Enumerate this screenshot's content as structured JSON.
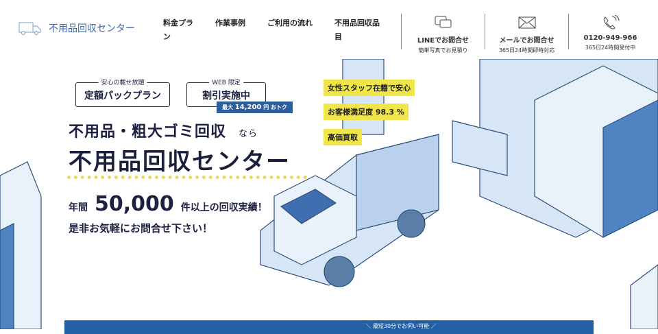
{
  "header": {
    "logo_text": "不用品回収センター",
    "nav": [
      "料金プラン",
      "作業事例",
      "ご利用の流れ",
      "不用品回収品目"
    ],
    "contacts": [
      {
        "icon": "chat-icon",
        "title": "LINEでお問合せ",
        "sub": "簡単写真でお見積り"
      },
      {
        "icon": "mail-icon",
        "title": "メールでお問合せ",
        "sub": "365日24時間即時対応"
      },
      {
        "icon": "phone-icon",
        "title": "0120-949-966",
        "sub": "365日24時間受付中"
      }
    ]
  },
  "hero": {
    "bubble1": {
      "small": "安心の載せ放題",
      "big": "定額パックプラン"
    },
    "bubble2": {
      "small": "WEB 限定",
      "big": "割引実施中"
    },
    "ribbon": {
      "pre": "最大",
      "amount": "14,200",
      "unit": "円 おトク"
    },
    "badges": [
      "女性スタッフ在籍で安心",
      "お客様満足度 98.3 %",
      "高価買取"
    ],
    "headline1": "不用品・粗大ゴミ回収",
    "headline1_suffix": "なら",
    "headline2": "不用品回収センター",
    "stat_pre": "年間",
    "stat_num": "50,000",
    "stat_post": "件以上の回収実績！",
    "cta": "是非お気軽にお問合せ下さい！"
  },
  "bottom_bar": {
    "text": "＼ 最短30分でお伺い可能 ／"
  },
  "colors": {
    "brand": "#2360a6",
    "accent": "#f0e64a",
    "text": "#1c2140"
  }
}
